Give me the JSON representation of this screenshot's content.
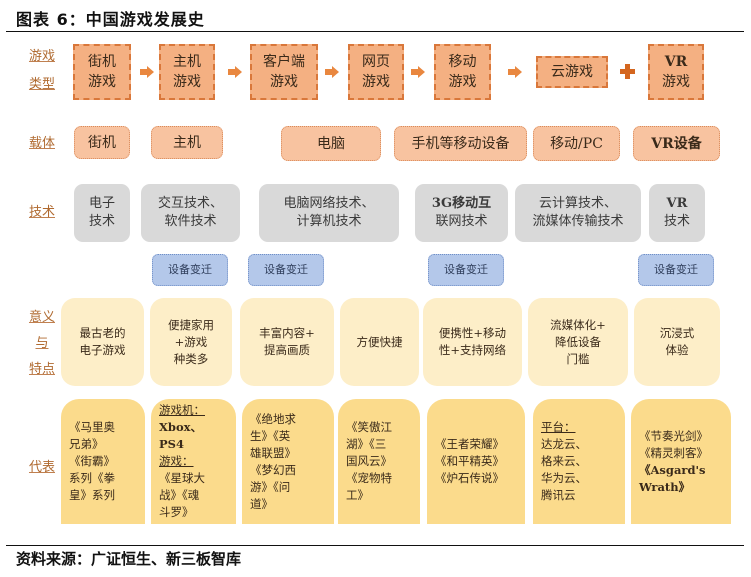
{
  "title": "图表 6：中国游戏发展史",
  "source": "资料来源：广证恒生、新三板智库",
  "row_labels": {
    "type": [
      "游戏",
      "类型"
    ],
    "carrier": [
      "载体"
    ],
    "tech": [
      "技术"
    ],
    "meaning": [
      "意义",
      "与",
      "特点"
    ],
    "representative": [
      "代表"
    ]
  },
  "game_types": [
    {
      "line1": "街机",
      "line2": "游戏"
    },
    {
      "line1": "主机",
      "line2": "游戏"
    },
    {
      "line1": "客户端",
      "line2": "游戏"
    },
    {
      "line1": "网页",
      "line2": "游戏"
    },
    {
      "line1": "移动",
      "line2": "游戏"
    },
    {
      "line1": "云游戏",
      "line2": ""
    },
    {
      "line1": "VR",
      "line2": "游戏"
    }
  ],
  "connectors": [
    "arrow",
    "arrow",
    "arrow",
    "arrow",
    "arrow",
    "plus"
  ],
  "carriers": [
    "街机",
    "主机",
    "电脑",
    "手机等移动设备",
    "移动/PC",
    "VR设备"
  ],
  "techs": [
    {
      "line1": "电子",
      "line2": "技术"
    },
    {
      "line1": "交互技术、",
      "line2": "软件技术"
    },
    {
      "line1": "电脑网络技术、",
      "line2": "计算机技术"
    },
    {
      "line1": "3G移动互",
      "line2": "联网技术"
    },
    {
      "line1": "云计算技术、",
      "line2": "流媒体传输技术"
    },
    {
      "line1": "VR",
      "line2": "技术"
    }
  ],
  "device_shift_label": "设备变迁",
  "device_shifts": [
    "设备变迁",
    "设备变迁",
    "设备变迁",
    "设备变迁"
  ],
  "meanings": [
    {
      "lines": [
        "最古老的",
        "电子游戏"
      ]
    },
    {
      "lines": [
        "便捷家用",
        "+游戏",
        "种类多"
      ]
    },
    {
      "lines": [
        "丰富内容+",
        "提高画质"
      ]
    },
    {
      "lines": [
        "方便快捷"
      ]
    },
    {
      "lines": [
        "便携性+移动",
        "性+支持网络"
      ]
    },
    {
      "lines": [
        "流媒体化+",
        "降低设备",
        "门槛"
      ]
    },
    {
      "lines": [
        "沉浸式",
        "体验"
      ]
    }
  ],
  "representatives": [
    {
      "lines": [
        "《马里奥",
        "兄弟》",
        "《街霸》",
        "系列《拳",
        "皇》系列"
      ]
    },
    {
      "console_label": "游戏机：",
      "consoles": [
        "Xbox、",
        "PS4"
      ],
      "games_label": "游戏：",
      "lines": [
        "《星球大",
        "战》《魂",
        "斗罗》"
      ]
    },
    {
      "lines": [
        "《绝地求",
        "生》《英",
        "雄联盟》",
        "《梦幻西",
        "游》《问",
        "道》"
      ]
    },
    {
      "lines": [
        "《笑傲江",
        "湖》《三",
        "国风云》",
        "《宠物特",
        "工》"
      ]
    },
    {
      "lines": [
        "《王者荣耀》",
        "《和平精英》",
        "《炉石传说》"
      ]
    },
    {
      "platform_label": "平台：",
      "lines": [
        "达龙云、",
        "格来云、",
        "华为云、",
        "腾讯云"
      ]
    },
    {
      "lines": [
        "《节奏光剑》",
        "《精灵刺客》",
        "《Asgard's",
        "Wrath》"
      ]
    }
  ],
  "colors": {
    "type_fill": "#f4b082",
    "type_border": "#d9773a",
    "carrier_fill": "#f8c3a0",
    "tech_fill": "#d9d9d9",
    "shift_fill": "#b4c8ea",
    "meaning_fill": "#fdeec8",
    "representative_fill": "#fbdb8c",
    "label_color": "#b06a30",
    "arrow_color": "#e9873f"
  }
}
